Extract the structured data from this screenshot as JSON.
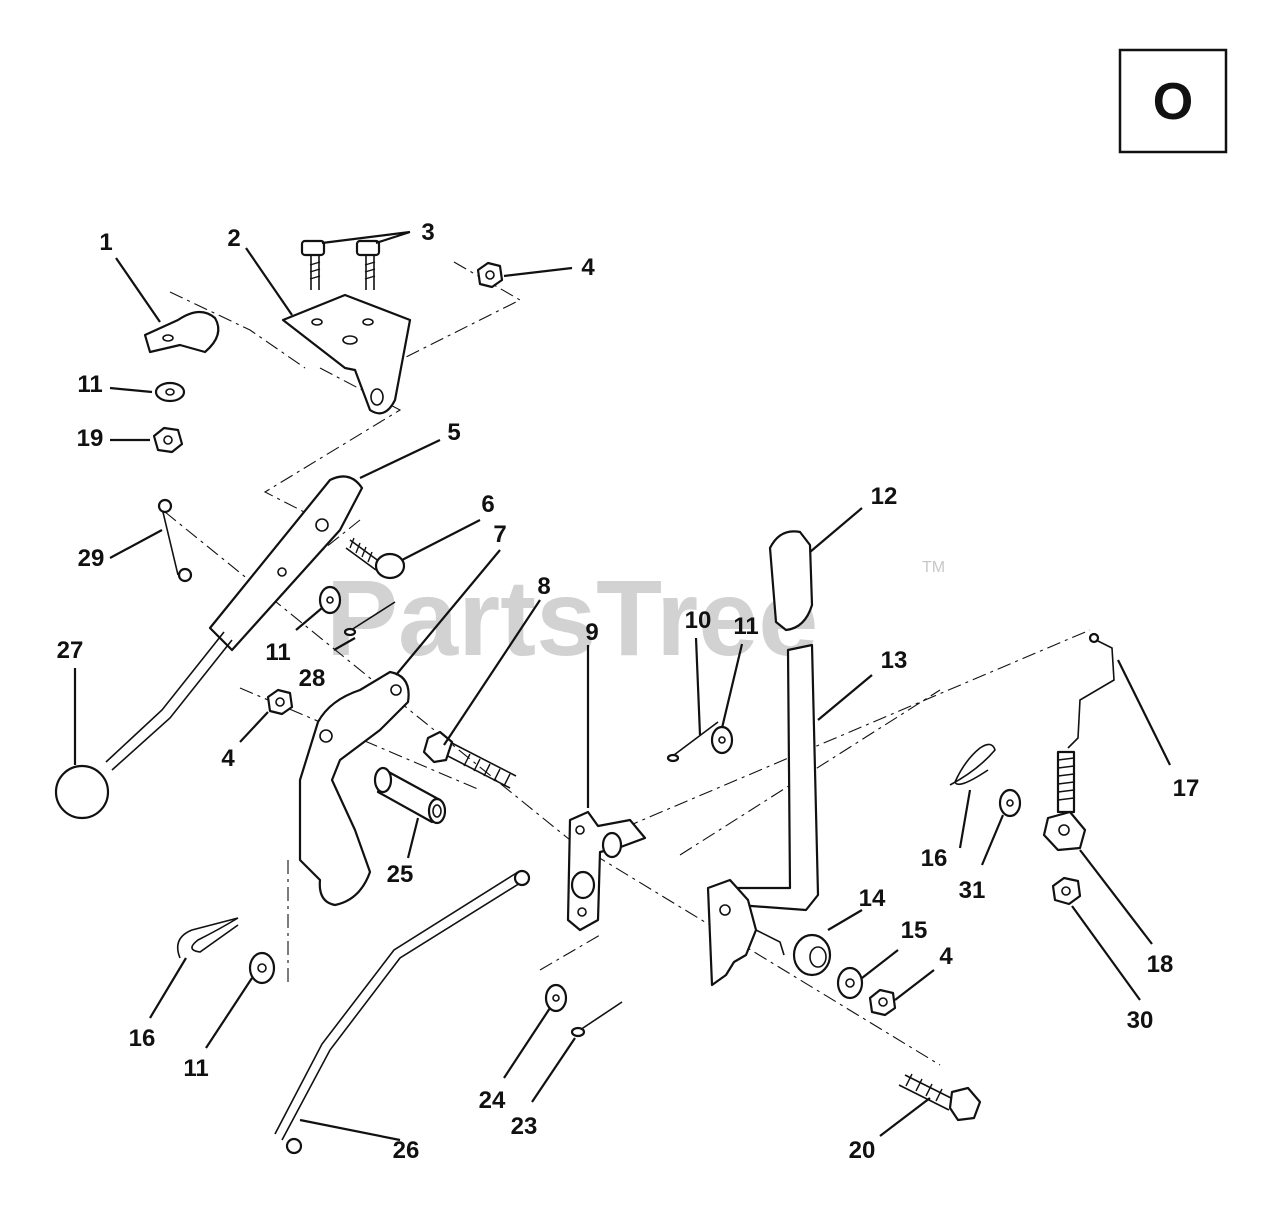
{
  "section_letter": "O",
  "watermark": {
    "text": "PartsTree",
    "trademark": "TM"
  },
  "callouts": {
    "c1": "1",
    "c2": "2",
    "c3": "3",
    "c4a": "4",
    "c4b": "4",
    "c4c": "4",
    "c5": "5",
    "c6": "6",
    "c7": "7",
    "c8": "8",
    "c9": "9",
    "c10": "10",
    "c11a": "11",
    "c11b": "11",
    "c11c": "11",
    "c11d": "11",
    "c12": "12",
    "c13": "13",
    "c14": "14",
    "c15": "15",
    "c16a": "16",
    "c16b": "16",
    "c17": "17",
    "c18": "18",
    "c19": "19",
    "c20": "20",
    "c23": "23",
    "c24": "24",
    "c25": "25",
    "c26": "26",
    "c27": "27",
    "c28": "28",
    "c29": "29",
    "c30": "30",
    "c31": "31"
  }
}
